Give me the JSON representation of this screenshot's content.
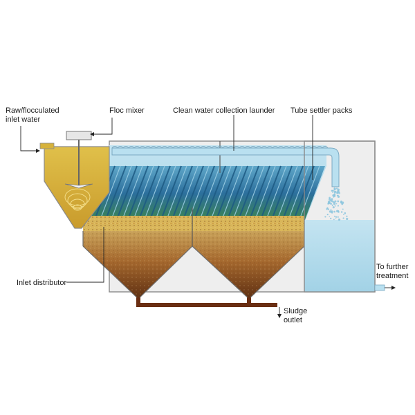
{
  "labels": {
    "inlet_line1": "Raw/flocculated",
    "inlet_line2": "inlet water",
    "floc_mixer": "Floc mixer",
    "launder": "Clean water collection launder",
    "tube_settler": "Tube settler packs",
    "inlet_distributor": "Inlet distributor",
    "further_line1": "To further",
    "further_line2": "treatment",
    "sludge_line1": "Sludge",
    "sludge_line2": "outlet"
  },
  "colors": {
    "flocculation_water": "#d6b23c",
    "clean_water": "#aed8ea",
    "tube_packs": "#2a6f9a",
    "sludge_light": "#c9a25a",
    "sludge_dark": "#6e3a17",
    "pipe": "#6a2e12",
    "tank_wall": "#8a8a8a"
  }
}
